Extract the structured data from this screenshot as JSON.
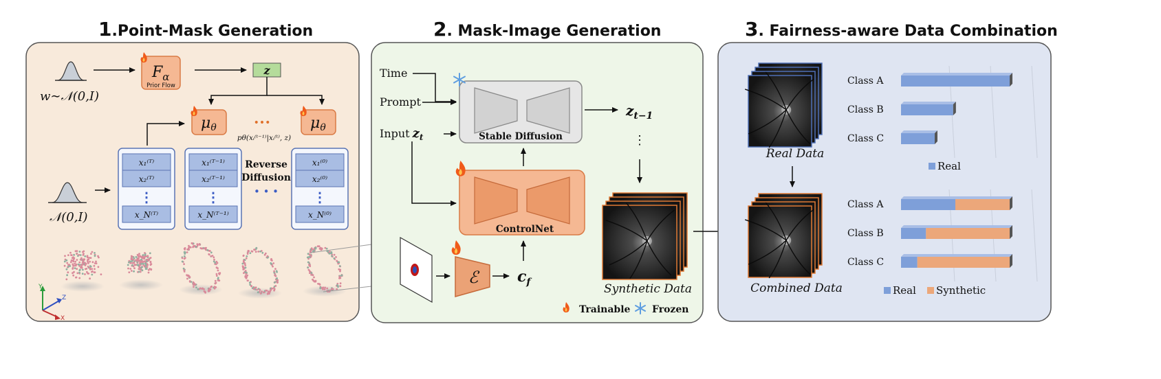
{
  "panel1": {
    "num": "1",
    "title": ".Point-Mask Generation",
    "w_dist": "w∼𝒩(0,I)",
    "normal_dist": "𝒩(0,I)",
    "prior_flow_symbol": "F",
    "prior_flow_sub": "α",
    "prior_flow_label": "Prior Flow",
    "z_label": "z",
    "mu_symbol": "μ",
    "mu_sub": "θ",
    "dots": "•••",
    "p_theta": "pθ(xᵢ⁽ᵗ⁻¹⁾|xᵢ⁽ᵗ⁾, z)",
    "reverse": "Reverse",
    "diffusion": "Diffusion",
    "hdots": "• • •",
    "col_T": [
      "x₁⁽ᵀ⁾",
      "x₂⁽ᵀ⁾",
      "x_N⁽ᵀ⁾"
    ],
    "col_T1": [
      "x₁⁽ᵀ⁻¹⁾",
      "x₂⁽ᵀ⁻¹⁾",
      "x_N⁽ᵀ⁻¹⁾"
    ],
    "col_0": [
      "x₁⁽⁰⁾",
      "x₂⁽⁰⁾",
      "x_N⁽⁰⁾"
    ],
    "vdots": "⋮",
    "axis_y": "Y",
    "axis_z": "Z",
    "axis_x": "X"
  },
  "panel2": {
    "num": "2",
    "title": ". Mask-Image Generation",
    "time": "Time",
    "prompt": "Prompt",
    "input": "Input",
    "z_t": "z",
    "z_t_sub": "t",
    "stable_diffusion": "Stable Diffusion",
    "controlnet": "ControlNet",
    "z_t1": "z",
    "z_t1_sub": "t−1",
    "vdots": "⋮",
    "encoder": "ℰ",
    "c_f": "c",
    "c_f_sub": "f",
    "synthetic_data": "Synthetic Data",
    "trainable": "Trainable",
    "frozen": "Frozen"
  },
  "panel3": {
    "num": "3",
    "title": ". Fairness-aware Data Combination",
    "real_data": "Real Data",
    "combined_data": "Combined Data",
    "legend_real": "Real",
    "legend_synthetic": "Synthetic"
  },
  "colors": {
    "panel1_bg": "#f8eadb",
    "panel2_bg": "#eef6e8",
    "panel3_bg": "#dfe5f2",
    "orange_box": "#f5b893",
    "orange_border": "#d97a45",
    "blue_cell": "#a9bde3",
    "blue_border": "#5a74b3",
    "green_z": "#b5dc9b",
    "bar_real": "#7e9fd9",
    "bar_synthetic": "#eca77a"
  },
  "chart_data": [
    {
      "type": "bar",
      "orientation": "horizontal",
      "categories": [
        "Class A",
        "Class B",
        "Class C"
      ],
      "series": [
        {
          "name": "Real",
          "values": [
            100,
            48,
            31
          ]
        }
      ],
      "xlim": [
        0,
        100
      ],
      "legend": "bottom"
    },
    {
      "type": "bar",
      "orientation": "horizontal",
      "stacked": true,
      "categories": [
        "Class A",
        "Class B",
        "Class C"
      ],
      "series": [
        {
          "name": "Real",
          "values": [
            50,
            23,
            15
          ]
        },
        {
          "name": "Synthetic",
          "values": [
            50,
            77,
            85
          ]
        }
      ],
      "xlim": [
        0,
        100
      ],
      "legend": "bottom"
    }
  ]
}
